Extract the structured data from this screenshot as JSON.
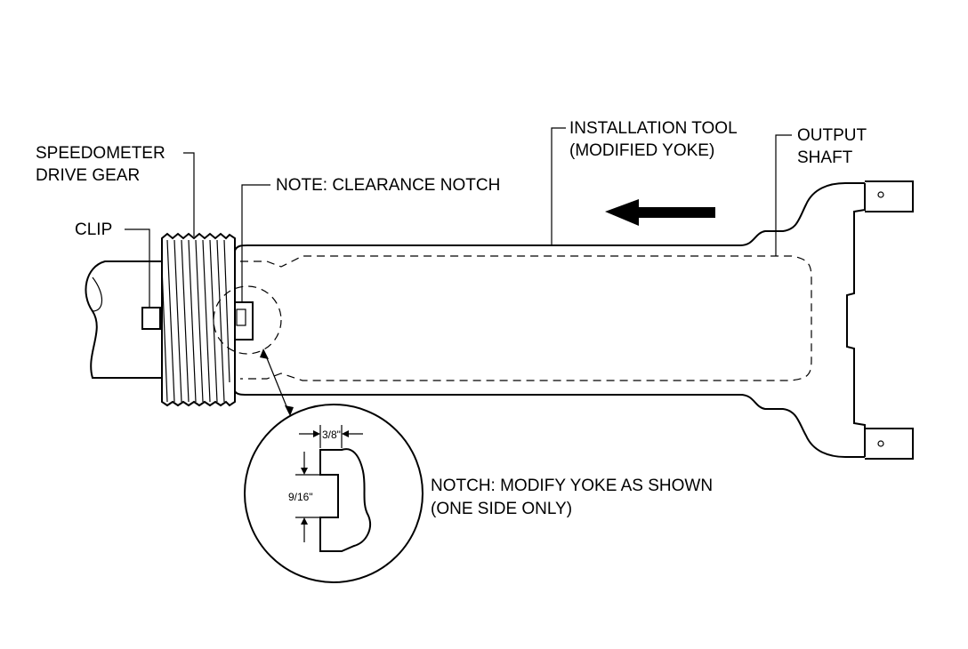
{
  "labels": {
    "speedometer_line1": "SPEEDOMETER",
    "speedometer_line2": "DRIVE GEAR",
    "clip": "CLIP",
    "note": "NOTE: CLEARANCE NOTCH",
    "install_line1": "INSTALLATION TOOL",
    "install_line2": "(MODIFIED YOKE)",
    "output_line1": "OUTPUT",
    "output_line2": "SHAFT",
    "notch_line1": "NOTCH: MODIFY YOKE AS SHOWN",
    "notch_line2": "(ONE SIDE ONLY)"
  },
  "dimensions": {
    "width": "3/8\"",
    "height": "9/16\""
  }
}
